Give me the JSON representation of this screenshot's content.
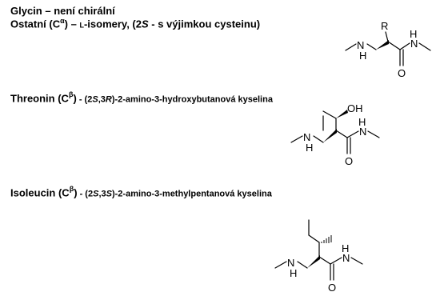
{
  "lines": {
    "glycine": "Glycin – není chirální",
    "others": {
      "prefix": "Ostatní (C",
      "sup": "α",
      "mid": ") – ",
      "l": "l",
      "mid2": "-isomery, (2",
      "s": "S",
      "tail": " - s výjimkou cysteinu)"
    },
    "threonine": {
      "name": "Threonin (C",
      "sup": "β",
      "mid": ") - (2",
      "s": "S",
      "comma": ",3",
      "r": "R",
      "rest": ")-2-amino-3-hydroxybutanová kyselina"
    },
    "isoleucine": {
      "name": "Isoleucin (C",
      "sup": "β",
      "mid": ") - (2",
      "s": "S",
      "comma": ",3",
      "s2": "S",
      "rest": ")-2-amino-3-methylpentanová kyselina"
    }
  },
  "structures": {
    "generic": {
      "r": "R",
      "nh_left": "N",
      "h_left": "H",
      "h_right": "H",
      "n_right": "N",
      "o": "O"
    },
    "threonine": {
      "oh": "OH",
      "nh_left": "N",
      "h_left": "H",
      "h_right": "H",
      "n_right": "N",
      "o": "O"
    },
    "isoleucine": {
      "nh_left": "N",
      "h_left": "H",
      "h_right": "H",
      "n_right": "N",
      "o": "O"
    }
  }
}
